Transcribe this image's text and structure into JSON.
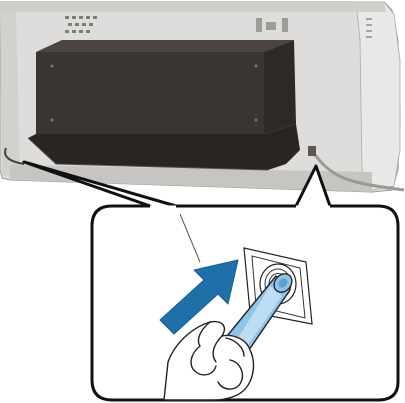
{
  "illustration": {
    "printer_body_color": "#dedddb",
    "printer_shadow_color": "#bdbcb9",
    "rear_panel_color": "#3a3433",
    "rear_panel_dark_color": "#2a2423",
    "callout_line_color": "#111111",
    "arrow_color": "#1f6fa9",
    "tube_color": "#8fc3e8",
    "tube_highlight_color": "#c9e4f6",
    "hand_fill_color": "#ffffff",
    "line_color": "#222222",
    "icons": [
      "printer-rear-view",
      "waste-ink-tube",
      "insertion-arrow",
      "hand",
      "tube-port"
    ]
  }
}
